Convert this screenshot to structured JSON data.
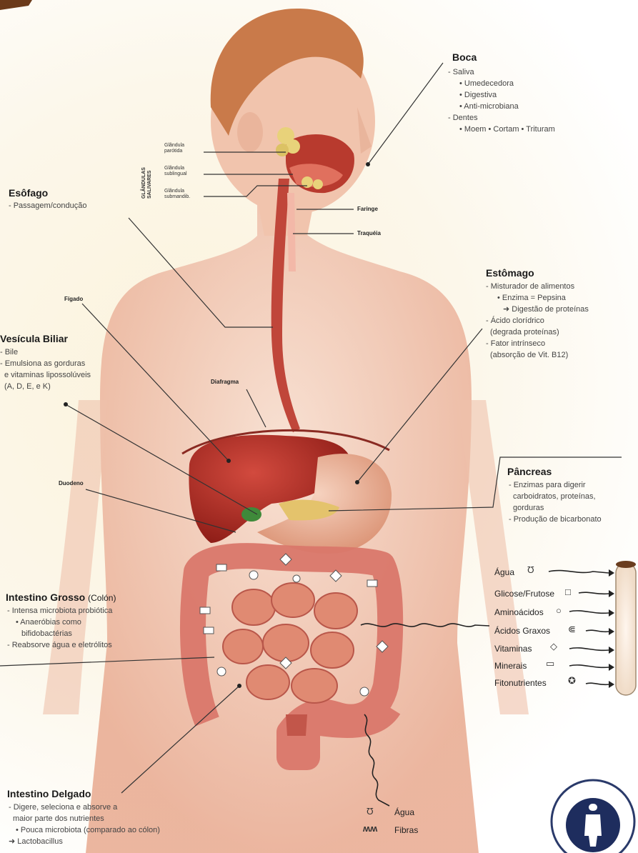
{
  "boca": {
    "title": "Boca",
    "lines": [
      "- Saliva",
      "• Umedecedora",
      "• Digestiva",
      "• Anti-microbiana",
      "- Dentes",
      "• Moem  • Cortam  • Trituram"
    ]
  },
  "glandulas": {
    "group_label": "GLÂNDULAS SALIVARES",
    "parotida": "Glândula parótida",
    "sublingual": "Glândula sublingual",
    "submandibular": "Glândula submandib."
  },
  "faringe": "Faringe",
  "traqueia": "Traquéia",
  "esofago": {
    "title": "Esôfago",
    "lines": [
      "- Passagem/condução"
    ]
  },
  "figado": "Fígado",
  "estomago": {
    "title": "Estômago",
    "lines": [
      "- Misturador de alimentos",
      "• Enzima = Pepsina",
      "➜ Digestão de proteínas",
      "- Ácido clorídrico",
      "(degrada proteínas)",
      "- Fator intrínseco",
      "(absorção de Vit. B12)"
    ]
  },
  "vesicula": {
    "title": "Vesícula Biliar",
    "lines": [
      "- Bile",
      "- Emulsiona as gorduras",
      "e vitaminas lipossolúveis",
      "(A, D, E, e K)"
    ]
  },
  "diafragma": "Diafragma",
  "duodeno": "Duodeno",
  "pancreas": {
    "title": "Pâncreas",
    "lines": [
      "- Enzimas para digerir",
      "carboidratos, proteínas,",
      "gorduras",
      "- Produção de bicarbonato"
    ]
  },
  "intestino_grosso": {
    "title": "Intestino Grosso",
    "subtitle": "(Colón)",
    "lines": [
      "- Intensa microbiota probiótica",
      "• Anaeróbias como",
      "bifidobactérias",
      "- Reabsorve água e eletrólitos"
    ]
  },
  "intestino_delgado": {
    "title": "Intestino Delgado",
    "lines": [
      "- Digere, seleciona e absorve a",
      "maior  parte dos nutrientes",
      "• Pouca microbiota (comparado ao cólon)",
      "➜ Lactobacillus"
    ]
  },
  "nutrients": [
    {
      "name": "Água",
      "symbol": "Ʊ"
    },
    {
      "name": "Glicose/Frutose",
      "symbol": "□"
    },
    {
      "name": "Aminoácidos",
      "symbol": "○"
    },
    {
      "name": "Ácidos Graxos",
      "symbol": "⋐"
    },
    {
      "name": "Vitaminas",
      "symbol": "◇"
    },
    {
      "name": "Minerais",
      "symbol": "▭"
    },
    {
      "name": "Fitonutrientes",
      "symbol": "✪"
    }
  ],
  "bottom_legend": {
    "agua": "Água",
    "fibras": "Fibras",
    "fibras_symbol": "ʍʍ"
  },
  "colors": {
    "skin": "#f2c9b4",
    "organ_red": "#b8322a",
    "liver": "#a9271f",
    "stomach": "#e8a68a",
    "intestine": "#d9776a",
    "line": "#333333"
  }
}
